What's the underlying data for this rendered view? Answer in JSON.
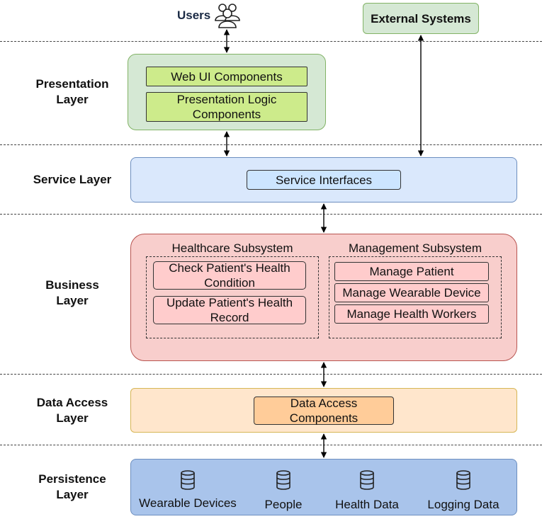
{
  "top": {
    "users_label": "Users",
    "users_icon": "users-icon",
    "external_systems": "External Systems"
  },
  "layers": {
    "presentation": "Presentation Layer",
    "service": "Service Layer",
    "business": "Business Layer",
    "data_access": "Data Access Layer",
    "persistence": "Persistence Layer"
  },
  "presentation": {
    "web_ui": "Web UI Components",
    "logic": "Presentation Logic Components"
  },
  "service": {
    "interfaces": "Service Interfaces"
  },
  "business": {
    "healthcare": {
      "title": "Healthcare Subsystem",
      "items": [
        "Check Patient's Health Condition",
        "Update Patient's Health Record"
      ]
    },
    "management": {
      "title": "Management Subsystem",
      "items": [
        "Manage Patient",
        "Manage Wearable Device",
        "Manage Health Workers"
      ]
    }
  },
  "data_access": {
    "components": "Data Access Components"
  },
  "persistence": {
    "stores": [
      {
        "label": "Wearable Devices",
        "icon": "database-icon"
      },
      {
        "label": "People",
        "icon": "database-icon"
      },
      {
        "label": "Health Data",
        "icon": "database-icon"
      },
      {
        "label": "Logging Data",
        "icon": "database-icon"
      }
    ]
  },
  "colors": {
    "presentation_fill": "#d5e8d4",
    "presentation_border": "#82b366",
    "presentation_box": "#cdeb8b",
    "service_fill": "#dae8fc",
    "service_border": "#6c8ebf",
    "service_box": "#cce5ff",
    "business_fill": "#f8cecc",
    "business_border": "#b85450",
    "business_box": "#ffcccc",
    "data_fill": "#ffe6cc",
    "data_border": "#d6b656",
    "data_box": "#ffcc99",
    "persist_fill": "#a9c4eb",
    "persist_border": "#6c8ebf"
  }
}
